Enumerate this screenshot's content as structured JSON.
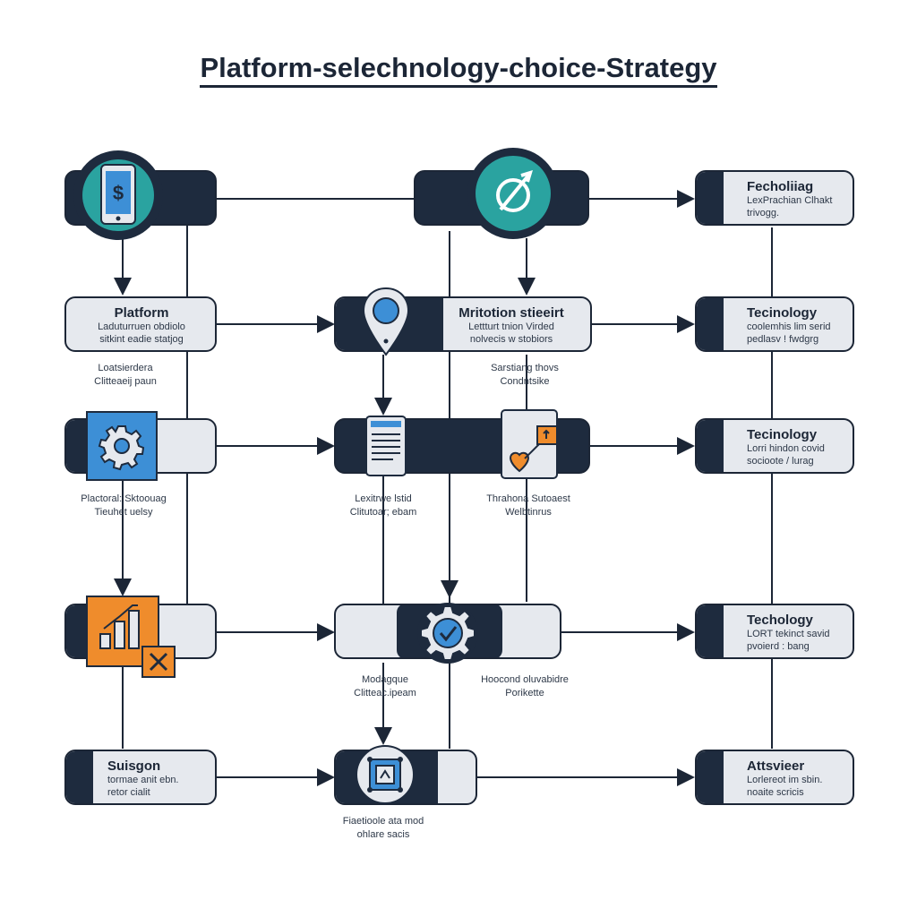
{
  "title": "Platform-selechnology-choice-Strategy",
  "nodes": {
    "r1c3": {
      "title": "Fecholiiag",
      "lines": [
        "LexPrachian  Clhakt",
        "trivogg."
      ]
    },
    "r2c1": {
      "title": "Platform",
      "lines": [
        "Laduturruen  obdiolo",
        "sitkint  eadie  statjog"
      ]
    },
    "r2c2": {
      "title": "Mritotion stieeirt",
      "lines": [
        "Lettturt  tnion  Virded",
        "nolvecis  w  stobiors"
      ]
    },
    "r2c3": {
      "title": "Tecinology",
      "lines": [
        "coolemhis  lim  serid",
        "pedlasv  !  fwdgrg"
      ]
    },
    "r3c3": {
      "title": "Tecinology",
      "lines": [
        "Lorri hindon  covid",
        "socioote  /  lurag"
      ]
    },
    "r4c3": {
      "title": "Techology",
      "lines": [
        "LORT tekinct  savid",
        "pvoierd  :  bang"
      ]
    },
    "r5c1": {
      "title": "Suisgon",
      "lines": [
        "tormae  anit  ebn.",
        "retor  cialit"
      ]
    },
    "r5c3": {
      "title": "Attsvieer",
      "lines": [
        "Lorlereot  im  sbin.",
        "noaite  scricis"
      ]
    }
  },
  "captions": {
    "c_r2_left": [
      "Loatsierdera",
      "Clitteaeij paun"
    ],
    "c_r2_mid": [
      "Sarstiang thovs",
      "Condntsike"
    ],
    "c_r3_left": [
      "Plactoral: Sktoouag",
      "Tieuhet uelsy"
    ],
    "c_r3_mid1": [
      "Lexitrwe lstid",
      "Clitutoar;  ebam"
    ],
    "c_r3_mid2": [
      "Thrahona  Sutoaest",
      "Welbtinrus"
    ],
    "c_r4_left": [
      "Modagque",
      "Clitteac.ipeam"
    ],
    "c_r4_mid": [
      "Hoocond  oluvabidre",
      "Porikette"
    ],
    "c_r5_mid": [
      "Fiaetioole  ata  mod",
      "ohlare  sacis"
    ]
  },
  "icons": {
    "r1c1": "mobile-dollar-icon",
    "r1c2": "strategy-target-icon",
    "r2c2": "map-pin-icon",
    "r3c1": "gear-icon",
    "r3c2a": "document-icon",
    "r3c2b": "heart-check-icon",
    "r4c1": "bar-chart-icon",
    "r4c2": "gear-check-icon",
    "r5c2": "processor-icon"
  },
  "colors": {
    "navy": "#1e2b3e",
    "teal": "#2aa3a0",
    "blue": "#3d8fd6",
    "orange": "#ef8c2c",
    "light": "#e6e9ee"
  }
}
